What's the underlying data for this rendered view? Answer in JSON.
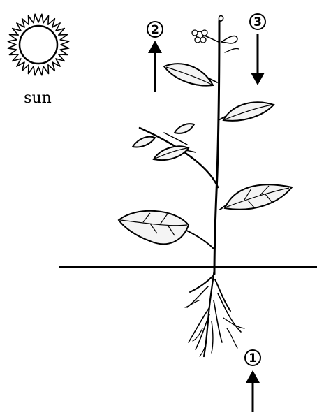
{
  "sun": {
    "label": "sun"
  },
  "markers": [
    {
      "number": "1",
      "arrow_direction": "up"
    },
    {
      "number": "2",
      "arrow_direction": "up"
    },
    {
      "number": "3",
      "arrow_direction": "down"
    }
  ]
}
